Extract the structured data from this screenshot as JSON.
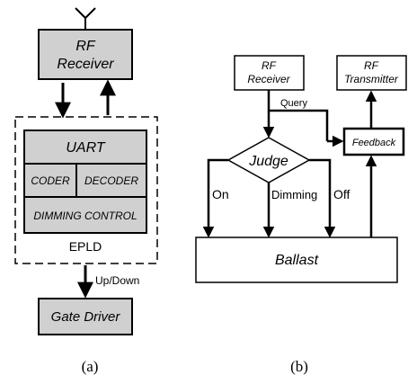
{
  "diagram_a": {
    "rf_receiver": [
      "RF",
      "Receiver"
    ],
    "uart": "UART",
    "coder": "CODER",
    "decoder": "DECODER",
    "dimming_control": "DIMMING CONTROL",
    "epld": "EPLD",
    "updown": "Up/Down",
    "gate_driver": "Gate Driver",
    "caption": "(a)"
  },
  "diagram_b": {
    "rf_receiver": [
      "RF",
      "Receiver"
    ],
    "rf_transmitter": [
      "RF",
      "Transmitter"
    ],
    "query": "Query",
    "feedback": "Feedback",
    "judge": "Judge",
    "on": "On",
    "dimming": "Dimming",
    "off": "Off",
    "ballast": "Ballast",
    "caption": "(b)"
  },
  "colors": {
    "box_fill": "#d0d0d0",
    "stroke": "#000000",
    "background": "#ffffff"
  }
}
